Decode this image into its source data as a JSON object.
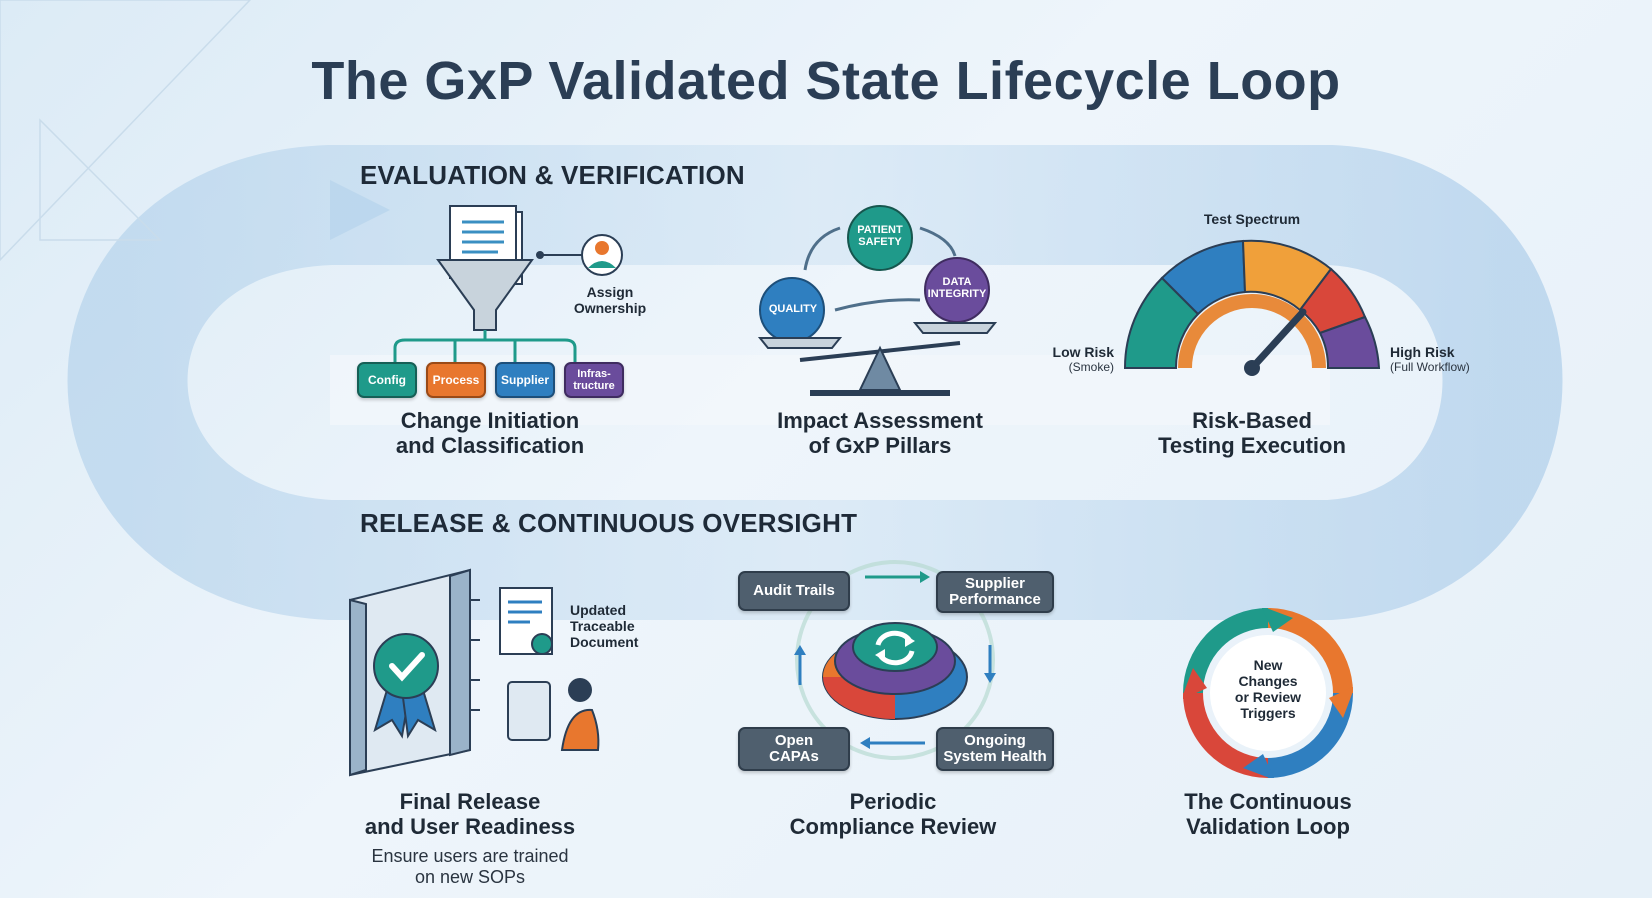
{
  "title": "The GxP Validated State Lifecycle Loop",
  "sections": {
    "evaluation": "EVALUATION & VERIFICATION",
    "release": "RELEASE & CONTINUOUS OVERSIGHT"
  },
  "steps": {
    "change": {
      "title": "Change Initiation\nand Classification",
      "assign_label": "Assign\nOwnership",
      "bins": [
        "Config",
        "Process",
        "Supplier",
        "Infras-\ntructure"
      ]
    },
    "impact": {
      "title": "Impact Assessment\nof GxP Pillars",
      "pillars": {
        "patient_safety": "PATIENT\nSAFETY",
        "data_integrity": "DATA\nINTEGRITY",
        "quality": "QUALITY"
      }
    },
    "testing": {
      "title": "Risk-Based\nTesting Execution",
      "gauge_title": "Test Spectrum",
      "low_risk": "Low Risk",
      "low_risk_sub": "(Smoke)",
      "high_risk": "High Risk",
      "high_risk_sub": "(Full Workflow)"
    },
    "release": {
      "title": "Final Release\nand User Readiness",
      "subtitle": "Ensure users are trained\non new SOPs",
      "doc_label": "Updated\nTraceable\nDocument"
    },
    "periodic": {
      "title": "Periodic\nCompliance Review",
      "nodes": {
        "audit": "Audit Trails",
        "supplier": "Supplier\nPerformance",
        "capas": "Open\nCAPAs",
        "health": "Ongoing\nSystem Health"
      }
    },
    "loop": {
      "title": "The Continuous\nValidation Loop",
      "center": "New\nChanges\nor Review\nTriggers"
    }
  },
  "colors": {
    "teal": "#1f9a8a",
    "orange": "#e8772e",
    "blue": "#2f7fc0",
    "purple": "#6a4c9c",
    "navy": "#2b3e55",
    "red": "#d9473a",
    "slate": "#4f5f6e"
  }
}
